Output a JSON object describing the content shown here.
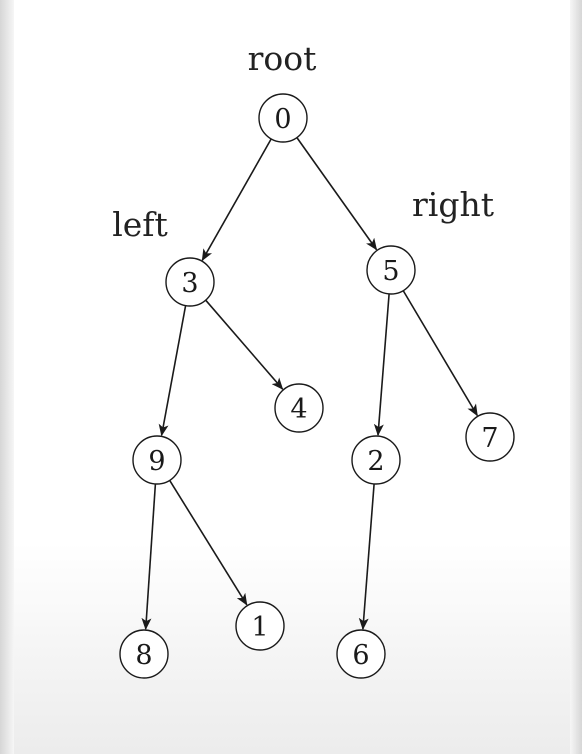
{
  "labels": {
    "root": "root",
    "left": "left",
    "right": "right"
  },
  "nodes": [
    {
      "id": "n0",
      "label": "0"
    },
    {
      "id": "n3",
      "label": "3"
    },
    {
      "id": "n5",
      "label": "5"
    },
    {
      "id": "n9",
      "label": "9"
    },
    {
      "id": "n4",
      "label": "4"
    },
    {
      "id": "n2",
      "label": "2"
    },
    {
      "id": "n7",
      "label": "7"
    },
    {
      "id": "n8",
      "label": "8"
    },
    {
      "id": "n1",
      "label": "1"
    },
    {
      "id": "n6",
      "label": "6"
    }
  ],
  "edges": [
    {
      "from": "n0",
      "to": "n3"
    },
    {
      "from": "n0",
      "to": "n5"
    },
    {
      "from": "n3",
      "to": "n9"
    },
    {
      "from": "n3",
      "to": "n4"
    },
    {
      "from": "n5",
      "to": "n2"
    },
    {
      "from": "n5",
      "to": "n7"
    },
    {
      "from": "n9",
      "to": "n8"
    },
    {
      "from": "n9",
      "to": "n1"
    },
    {
      "from": "n2",
      "to": "n6"
    }
  ],
  "colors": {
    "stroke": "#1a1a1a",
    "fill": "#ffffff",
    "text": "#1a1a1a"
  }
}
